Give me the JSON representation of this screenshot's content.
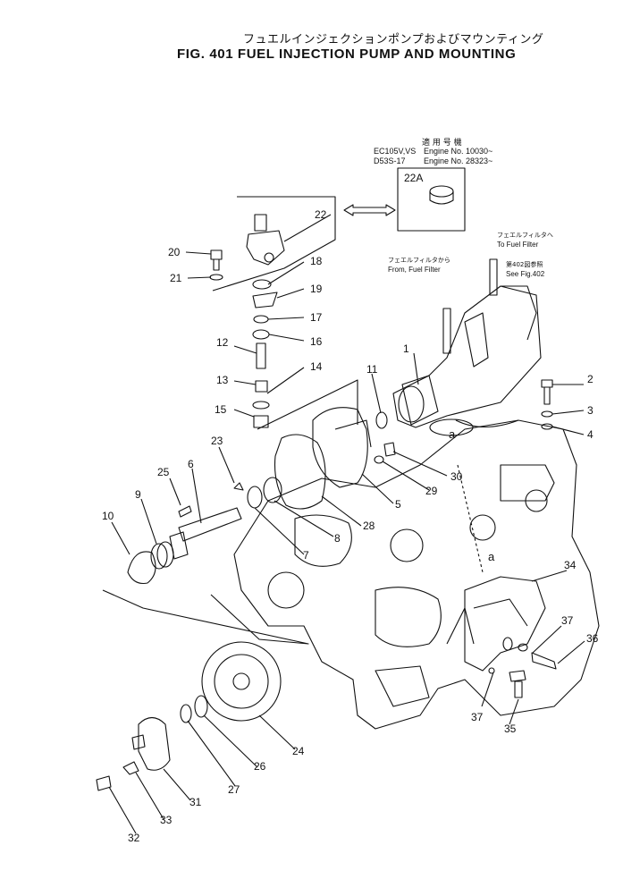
{
  "header": {
    "title_jp": "フュエルインジェクションポンプおよびマウンティング",
    "title_en": "FIG. 401  FUEL INJECTION PUMP AND MOUNTING"
  },
  "serial": {
    "head_jp": "適 用 号 機",
    "line1_model": "EC105V,VS",
    "line1_engine": "Engine No. 10030~",
    "line2_model": "D53S-17",
    "line2_engine": "Engine No. 28323~"
  },
  "notes": {
    "to_filter_jp": "フェエルフィルタへ",
    "to_filter_en": "To  Fuel  Filter",
    "from_filter_jp": "フェエルフィルタから",
    "from_filter_en": "From, Fuel Filter",
    "see_fig_jp": "第402図参照",
    "see_fig_en": "See Fig.402",
    "marker_a": "a"
  },
  "callouts": {
    "c22a": "22A",
    "c22": "22",
    "c20": "20",
    "c21": "21",
    "c18": "18",
    "c19": "19",
    "c17": "17",
    "c16": "16",
    "c12": "12",
    "c13": "13",
    "c14": "14",
    "c15": "15",
    "c11": "11",
    "c1": "1",
    "c2": "2",
    "c3": "3",
    "c4": "4",
    "c30": "30",
    "c29": "29",
    "c5": "5",
    "c28": "28",
    "c23": "23",
    "c25": "25",
    "c6": "6",
    "c9": "9",
    "c10": "10",
    "c8": "8",
    "c7": "7",
    "c34": "34",
    "c37a": "37",
    "c36": "36",
    "c37b": "37",
    "c35": "35",
    "c24": "24",
    "c26": "26",
    "c27": "27",
    "c31": "31",
    "c33": "33",
    "c32": "32"
  }
}
